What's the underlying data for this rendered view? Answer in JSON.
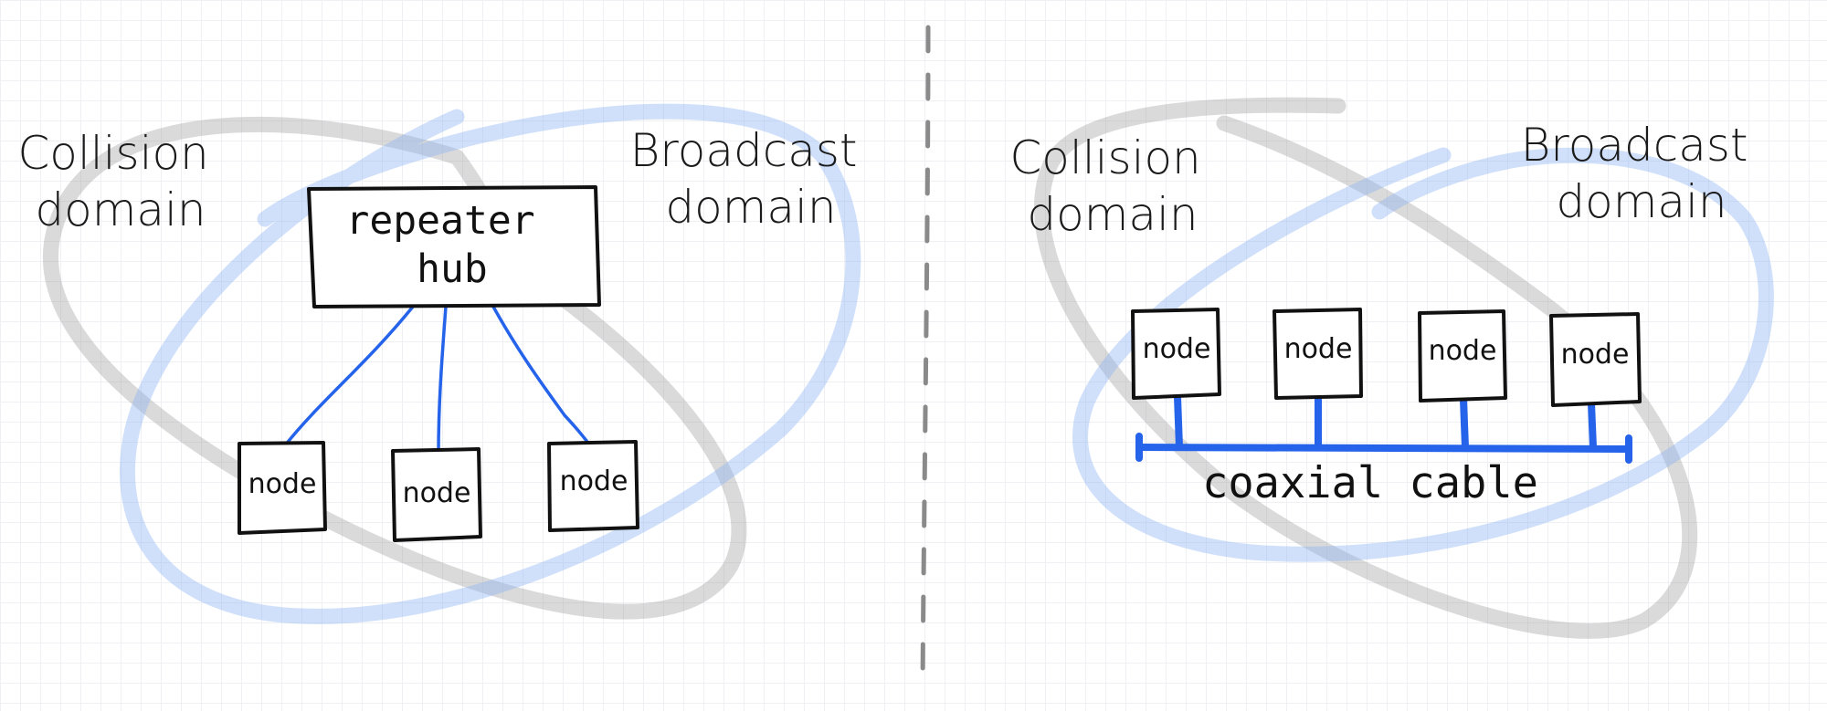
{
  "left_panel": {
    "collision_label": [
      "Collision",
      "domain"
    ],
    "broadcast_label": [
      "Broadcast",
      "domain"
    ],
    "hub_label": [
      "repeater",
      "hub"
    ],
    "nodes": [
      "node",
      "node",
      "node"
    ]
  },
  "right_panel": {
    "collision_label": [
      "Collision",
      "domain"
    ],
    "broadcast_label": [
      "Broadcast",
      "domain"
    ],
    "cable_label": "coaxial cable",
    "nodes": [
      "node",
      "node",
      "node",
      "node"
    ]
  },
  "colors": {
    "link": "#2563eb",
    "collision_ring": "#8e8e8e",
    "broadcast_ring": "#8fb4f4",
    "divider": "#8a8a8a"
  }
}
